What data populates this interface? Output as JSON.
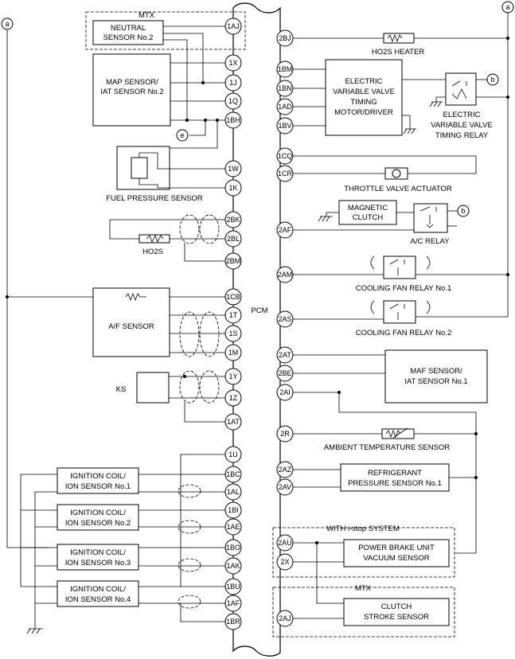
{
  "pcm_label": "PCM",
  "left_pins": [
    "1AJ",
    "1X",
    "1J",
    "1Q",
    "1BH",
    "1W",
    "1K",
    "2BK",
    "2BL",
    "2BM",
    "1CB",
    "1T",
    "1S",
    "1M",
    "1Y",
    "1Z",
    "1AT",
    "1U",
    "1BC",
    "1AL",
    "1BI",
    "1AE",
    "1BO",
    "1AK",
    "1BU",
    "1AF",
    "1BR"
  ],
  "right_pins": [
    "2BJ",
    "1BM",
    "1BN",
    "1AD",
    "1BV",
    "1CQ",
    "1CR",
    "2AF",
    "2AM",
    "2AS",
    "2AT",
    "2BE",
    "2AI",
    "2R",
    "2AZ",
    "2AV",
    "2AU",
    "2X",
    "2AJ"
  ],
  "labels": {
    "mtx_top": "MTX",
    "neutral_l1": "NEUTRAL",
    "neutral_l2": "SENSOR No.2",
    "map_l1": "MAP SENSOR/",
    "map_l2": "IAT SENSOR No.2",
    "conn_e": "e",
    "fuel_pressure": "FUEL PRESSURE SENSOR",
    "ho2s": "HO2S",
    "af_sensor": "A/F SENSOR",
    "ks": "KS",
    "ign1_l1": "IGNITION COIL/",
    "ign1_l2": "ION SENSOR No.1",
    "ign2_l1": "IGNITION COIL/",
    "ign2_l2": "ION SENSOR No.2",
    "ign3_l1": "IGNITION COIL/",
    "ign3_l2": "ION SENSOR No.3",
    "ign4_l1": "IGNITION COIL/",
    "ign4_l2": "ION SENSOR No.4",
    "conn_a_left": "a",
    "conn_a_right": "a",
    "ho2s_heater": "HO2S HEATER",
    "evvt_l1": "ELECTRIC",
    "evvt_l2": "VARIABLE VALVE",
    "evvt_l3": "TIMING",
    "evvt_l4": "MOTOR/DRIVER",
    "conn_b1": "b",
    "evvt_relay_l1": "ELECTRIC",
    "evvt_relay_l2": "VARIABLE VALVE",
    "evvt_relay_l3": "TIMING RELAY",
    "throttle": "THROTTLE VALVE ACTUATOR",
    "mag_l1": "MAGNETIC",
    "mag_l2": "CLUTCH",
    "conn_b2": "b",
    "ac_relay": "A/C RELAY",
    "fan1": "COOLING FAN RELAY No.1",
    "fan2": "COOLING FAN RELAY No.2",
    "maf_l1": "MAF SENSOR/",
    "maf_l2": "IAT SENSOR No.1",
    "ambient": "AMBIENT TEMPERATURE SENSOR",
    "refr_l1": "REFRIGERANT",
    "refr_l2": "PRESSURE SENSOR No.1",
    "istop": "WITH i-stop SYSTEM",
    "pbu_l1": "POWER BRAKE UNIT",
    "pbu_l2": "VACUUM SENSOR",
    "mtx_bottom": "MTX",
    "clutch_l1": "CLUTCH",
    "clutch_l2": "STROKE SENSOR"
  }
}
